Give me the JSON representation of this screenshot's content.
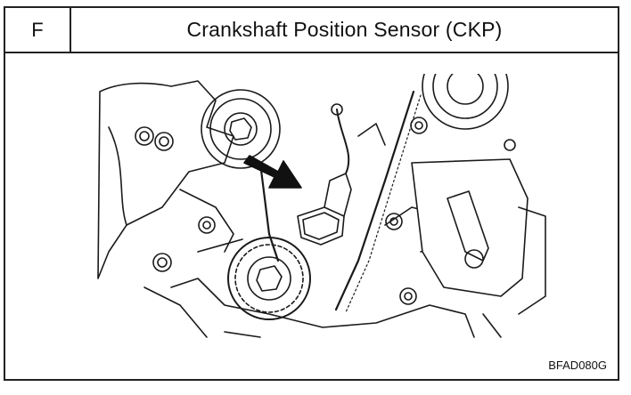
{
  "header": {
    "section_letter": "F",
    "title": "Crankshaft Position Sensor (CKP)"
  },
  "figure": {
    "code": "BFAD080G",
    "line_color": "#1a1a1a",
    "background": "#ffffff"
  }
}
